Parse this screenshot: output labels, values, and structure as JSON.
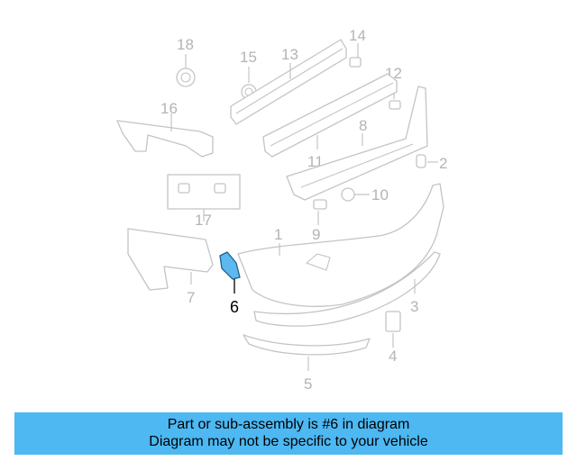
{
  "callouts": {
    "n1": "1",
    "n2": "2",
    "n3": "3",
    "n4": "4",
    "n5": "5",
    "n6": "6",
    "n7": "7",
    "n8": "8",
    "n9": "9",
    "n10": "10",
    "n11": "11",
    "n12": "12",
    "n13": "13",
    "n14": "14",
    "n15": "15",
    "n16": "16",
    "n17": "17",
    "n18": "18"
  },
  "highlighted_part": "6",
  "colors": {
    "highlight_fill": "#5cb8ee",
    "line_art": "#c4c4c4",
    "caption_bg": "#4db8f2"
  },
  "caption": {
    "line1": "Part or sub-assembly is #6 in diagram",
    "line2": "Diagram may not be specific to your vehicle"
  }
}
